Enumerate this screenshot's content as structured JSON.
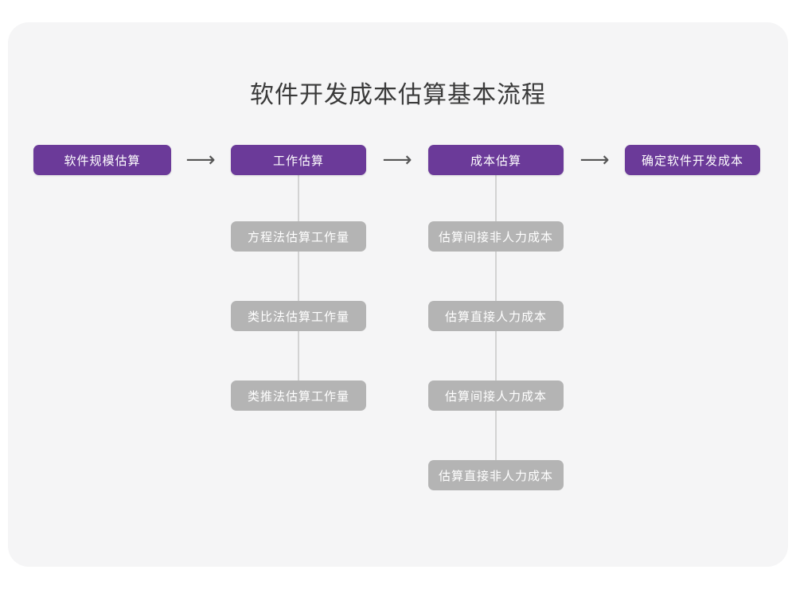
{
  "diagram": {
    "title": "软件开发成本估算基本流程",
    "background_color": "#f5f5f6",
    "accent_color": "#6b3a99",
    "secondary_color": "#b4b4b4",
    "title_color": "#3a3a3a",
    "connector_color": "#d3d3d3",
    "arrow_glyph": "⟶",
    "stages": [
      {
        "label": "软件规模估算",
        "substeps": []
      },
      {
        "label": "工作估算",
        "substeps": [
          "方程法估算工作量",
          "类比法估算工作量",
          "类推法估算工作量"
        ]
      },
      {
        "label": "成本估算",
        "substeps": [
          "估算间接非人力成本",
          "估算直接人力成本",
          "估算间接人力成本",
          "估算直接非人力成本"
        ]
      },
      {
        "label": "确定软件开发成本",
        "substeps": []
      }
    ]
  }
}
